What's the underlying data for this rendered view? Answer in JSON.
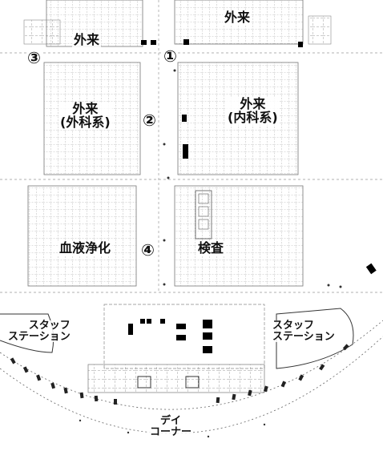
{
  "labels": {
    "outpatient_top_left": "外来",
    "outpatient_top_right": "外来",
    "outpatient_surgery_line1": "外来",
    "outpatient_surgery_line2": "(外科系)",
    "outpatient_internal_line1": "外来",
    "outpatient_internal_line2": "(内科系)",
    "hemodialysis": "血液浄化",
    "examination": "検査",
    "staff_station_left_line1": "スタッフ",
    "staff_station_left_line2": "ステーション",
    "staff_station_right_line1": "スタッフ",
    "staff_station_right_line2": "ステーション",
    "day_corner_line1": "デイ",
    "day_corner_line2": "コーナー"
  },
  "markers": {
    "m1": "①",
    "m2": "②",
    "m3": "③",
    "m4": "④"
  }
}
